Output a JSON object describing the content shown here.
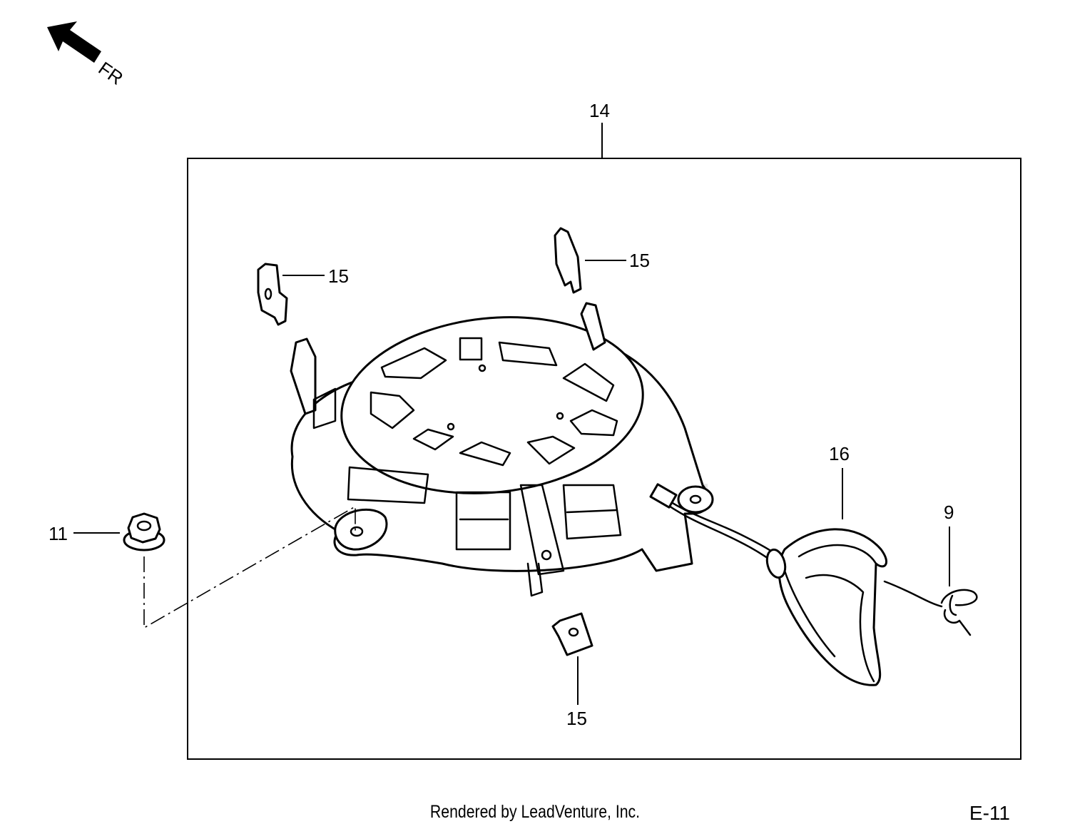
{
  "direction_indicator": {
    "label": "FR"
  },
  "callouts": {
    "assembly": "14",
    "clip_top_left": "15",
    "clip_top_right": "15",
    "clip_bottom": "15",
    "nut": "11",
    "grip": "16",
    "rope_clip": "9"
  },
  "footer": {
    "credit": "Rendered by LeadVenture, Inc.",
    "page_code": "E-11"
  }
}
